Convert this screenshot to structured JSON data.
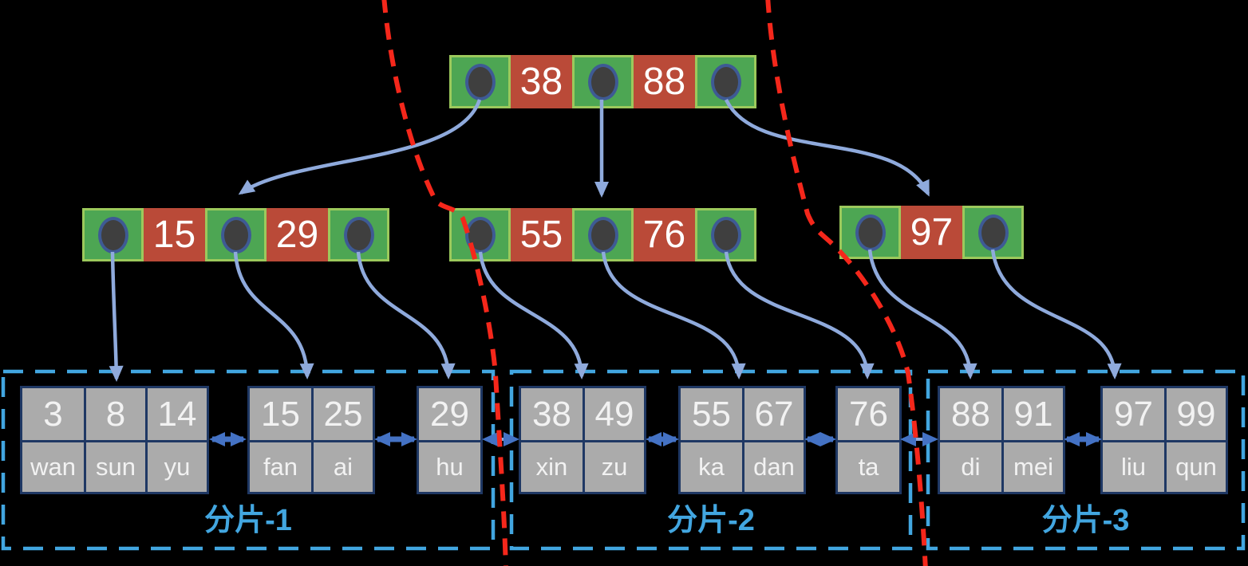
{
  "diagram": {
    "title": "B+ tree index sharding diagram",
    "type": "b-plus-tree-with-shards"
  },
  "colors": {
    "background": "#000000",
    "pointer_cell_green": "#4DA653",
    "pointer_cell_border": "#9CC95C",
    "key_cell_red": "#BA4A38",
    "pointer_dot_fill": "#3F3F3F",
    "pointer_dot_ring": "#3E5A94",
    "leaf_fill": "#ABABAB",
    "leaf_border": "#1F3864",
    "curve_arrow_blue": "#8FAADC",
    "double_arrow_blue": "#4472C4",
    "shard_box_blue": "#42A6E0",
    "shard_divider_red": "#F5271B",
    "text_white": "#FFFFFF"
  },
  "tree": {
    "root": {
      "keys": [
        "38",
        "88"
      ]
    },
    "internal": [
      {
        "keys": [
          "15",
          "29"
        ]
      },
      {
        "keys": [
          "55",
          "76"
        ]
      },
      {
        "keys": [
          "97"
        ]
      }
    ]
  },
  "leaves": [
    {
      "entries": [
        {
          "value": "3",
          "name": "wan"
        },
        {
          "value": "8",
          "name": "sun"
        },
        {
          "value": "14",
          "name": "yu"
        }
      ]
    },
    {
      "entries": [
        {
          "value": "15",
          "name": "fan"
        },
        {
          "value": "25",
          "name": "ai"
        }
      ]
    },
    {
      "entries": [
        {
          "value": "29",
          "name": "hu"
        }
      ]
    },
    {
      "entries": [
        {
          "value": "38",
          "name": "xin"
        },
        {
          "value": "49",
          "name": "zu"
        }
      ]
    },
    {
      "entries": [
        {
          "value": "55",
          "name": "ka"
        },
        {
          "value": "67",
          "name": "dan"
        }
      ]
    },
    {
      "entries": [
        {
          "value": "76",
          "name": "ta"
        }
      ]
    },
    {
      "entries": [
        {
          "value": "88",
          "name": "di"
        },
        {
          "value": "91",
          "name": "mei"
        }
      ]
    },
    {
      "entries": [
        {
          "value": "97",
          "name": "liu"
        },
        {
          "value": "99",
          "name": "qun"
        }
      ]
    }
  ],
  "shards": [
    {
      "label": "分片-1"
    },
    {
      "label": "分片-2"
    },
    {
      "label": "分片-3"
    }
  ]
}
